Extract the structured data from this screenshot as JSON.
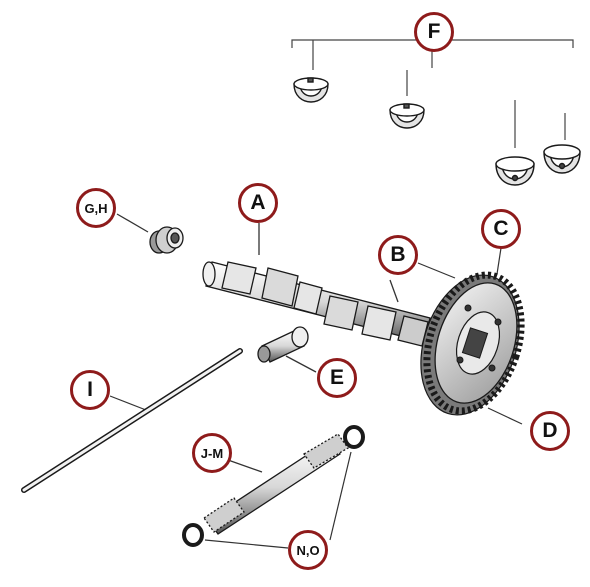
{
  "callouts": {
    "a": "A",
    "b": "B",
    "c": "C",
    "d": "D",
    "e": "E",
    "f": "F",
    "gh": "G,H",
    "i": "I",
    "jm": "J-M",
    "no": "N,O"
  },
  "colors": {
    "callout_border": "#8e1b1b",
    "line_art": "#1a1a1a",
    "background": "#ffffff"
  }
}
